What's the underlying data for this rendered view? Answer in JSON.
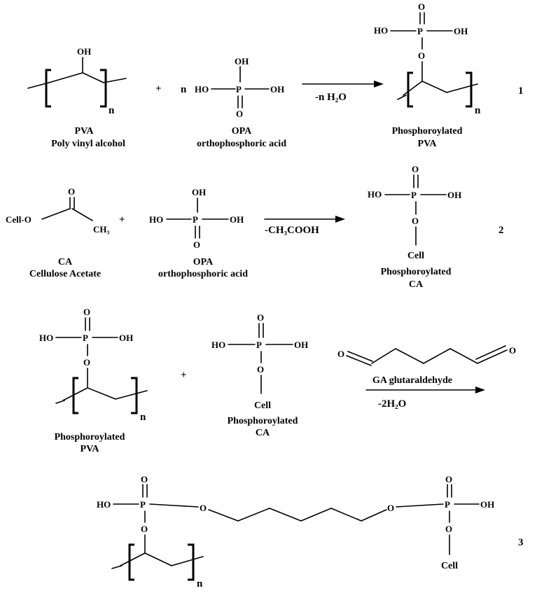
{
  "reaction1": {
    "pva": {
      "oh": "OH",
      "n": "n",
      "abbr": "PVA",
      "name": "Poly vinyl alcohol"
    },
    "plus": "+",
    "coef": "n",
    "opa": {
      "top_oh": "OH",
      "left_ho": "HO",
      "p": "P",
      "right_oh": "OH",
      "o": "O",
      "abbr": "OPA",
      "name": "orthophosphoric acid"
    },
    "arrow_label": "-n H₂O",
    "product": {
      "ho": "HO",
      "p": "P",
      "oh": "OH",
      "o_top": "O",
      "o_link": "O",
      "n": "n",
      "line1": "Phosphoroylated",
      "line2": "PVA"
    },
    "number": "1"
  },
  "reaction2": {
    "ca": {
      "cell_o": "Cell-O",
      "o": "O",
      "ch3": "CH₃",
      "abbr": "CA",
      "name": "Cellulose Acetate"
    },
    "plus": "+",
    "opa": {
      "top_oh": "OH",
      "left_ho": "HO",
      "p": "P",
      "right_oh": "OH",
      "o": "O",
      "abbr": "OPA",
      "name": "orthophosphoric acid"
    },
    "arrow_label": "-CH₃COOH",
    "product": {
      "ho": "HO",
      "p": "P",
      "oh": "OH",
      "o_top": "O",
      "o_link": "O",
      "cell": "Cell",
      "line1": "Phosphoroylated",
      "line2": "CA"
    },
    "number": "2"
  },
  "reaction3": {
    "ppva": {
      "ho": "HO",
      "p": "P",
      "oh": "OH",
      "o_top": "O",
      "o_link": "O",
      "n": "n",
      "line1": "Phosphoroylated",
      "line2": "PVA"
    },
    "plus": "+",
    "pca": {
      "ho": "HO",
      "p": "P",
      "oh": "OH",
      "o_top": "O",
      "o_link": "O",
      "cell": "Cell",
      "line1": "Phosphoroylated",
      "line2": "CA"
    },
    "ga": {
      "o_left": "O",
      "o_right": "O",
      "name": "GA glutaraldehyde"
    },
    "arrow_label": "-2H₂O",
    "product": {
      "ho_left": "HO",
      "p_left": "P",
      "o_top_left": "O",
      "o_link_left": "O",
      "o_chain_left": "O",
      "o_chain_right": "O",
      "p_right": "P",
      "oh_right": "OH",
      "o_top_right": "O",
      "o_link_right": "O",
      "cell": "Cell",
      "n": "n"
    },
    "number": "3"
  }
}
